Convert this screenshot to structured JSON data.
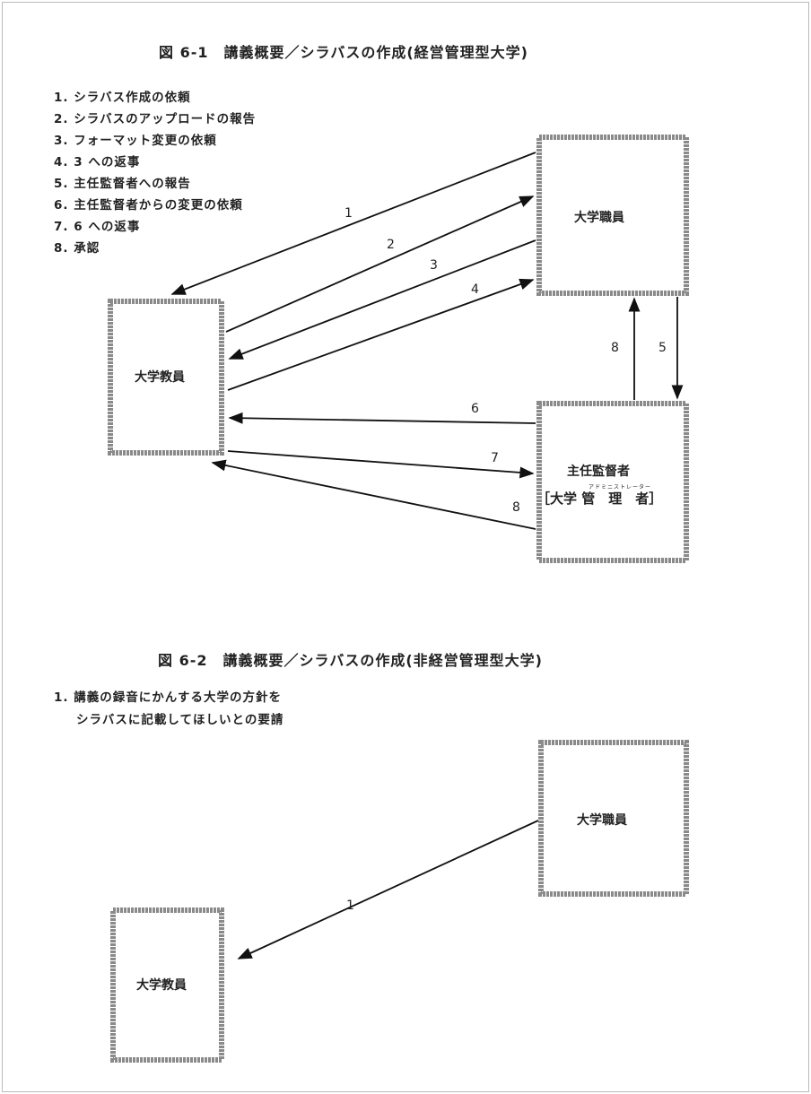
{
  "figure1": {
    "title": "図 6-1　講義概要／シラバスの作成(経営管理型大学)",
    "legend": [
      "1. シラバス作成の依頼",
      "2. シラバスのアップロードの報告",
      "3. フォーマット変更の依頼",
      "4. 3 への返事",
      "5. 主任監督者への報告",
      "6. 主任監督者からの変更の依頼",
      "7. 6 への返事",
      "8. 承認"
    ],
    "nodes": {
      "staff": "大学職員",
      "faculty": "大学教員",
      "supervisor": "主任監督者",
      "admin": "［大学 管　理　者］",
      "admin_ruby": "アドミニストレーター"
    },
    "arrow_labels": [
      "1",
      "2",
      "3",
      "4",
      "5",
      "6",
      "7",
      "8",
      "8"
    ]
  },
  "figure2": {
    "title": "図 6-2　講義概要／シラバスの作成(非経営管理型大学)",
    "legend": [
      "1. 講義の録音にかんする大学の方針を",
      "シラバスに記載してほしいとの要請"
    ],
    "nodes": {
      "staff": "大学職員",
      "faculty": "大学教員"
    },
    "arrow_labels": [
      "1"
    ]
  }
}
